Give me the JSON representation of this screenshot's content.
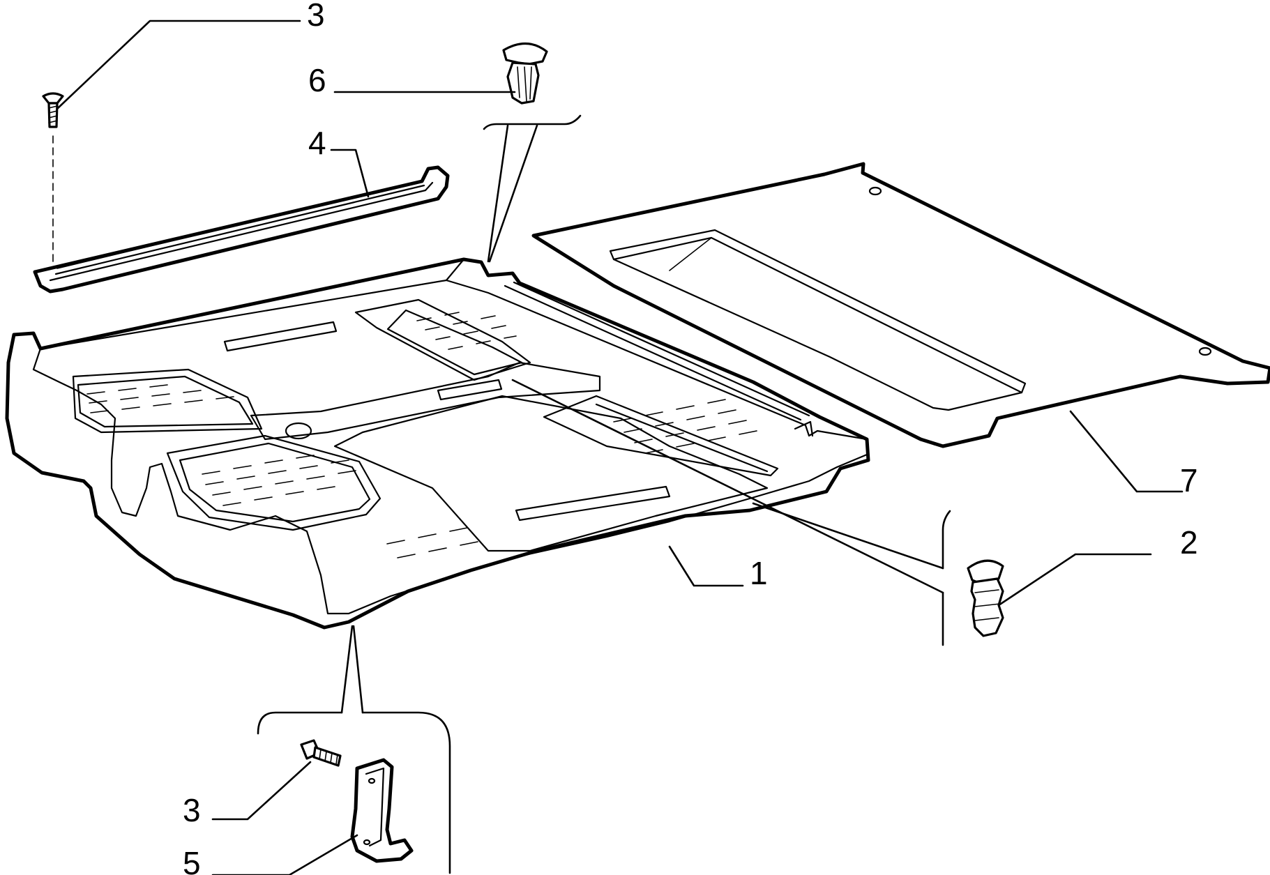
{
  "callouts": {
    "c1": "1",
    "c2": "2",
    "c3_top": "3",
    "c3_bottom": "3",
    "c4": "4",
    "c5": "5",
    "c6": "6",
    "c7": "7"
  },
  "colors": {
    "ink": "#000000",
    "paper": "#ffffff"
  }
}
